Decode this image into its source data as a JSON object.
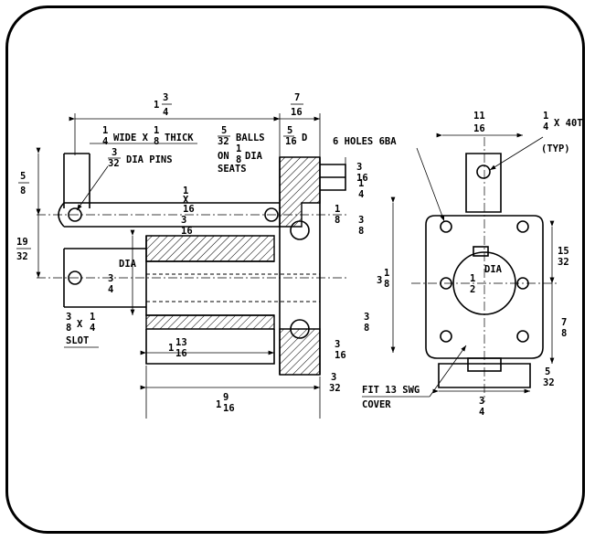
{
  "labels": {
    "dim_overall_top_int": "1",
    "dim_overall_top_num": "3",
    "dim_overall_top_den": "4",
    "dim_right_top_num": "7",
    "dim_right_top_den": "16",
    "wide_thick_num1": "1",
    "wide_thick_den1": "4",
    "wide_text": "WIDE X",
    "wide_thick_num2": "1",
    "wide_thick_den2": "8",
    "thick_text": "THICK",
    "balls_num": "5",
    "balls_den": "32",
    "balls_text": "BALLS",
    "on_text": "ON",
    "on_num": "1",
    "on_den": "8",
    "dia_text1": "DIA",
    "seats_text": "SEATS",
    "d5_num": "5",
    "d5_den": "16",
    "d_text": "D",
    "pins_num": "3",
    "pins_den": "32",
    "pins_text": "DIA PINS",
    "left58_num": "5",
    "left58_den": "8",
    "left1932_num": "19",
    "left1932_den": "32",
    "x116_text": "X",
    "x116_num": "1",
    "x116_den": "16",
    "p1_num": "1",
    "p1_den": "8",
    "p3_16_num": "3",
    "p3_16_den": "16",
    "dia34_num": "3",
    "dia34_den": "4",
    "dia34_text": "DIA",
    "slot_num1": "3",
    "slot_den1": "8",
    "slot_x": "X",
    "slot_num2": "1",
    "slot_den2": "4",
    "slot_text": "SLOT",
    "d1_13_int": "1",
    "d1_13_num": "13",
    "d1_13_den": "16",
    "d1_9_int": "1",
    "d1_9_num": "9",
    "d1_9_den": "16",
    "r3_16a_num": "3",
    "r3_16a_den": "16",
    "r1_4_num": "1",
    "r1_4_den": "4",
    "r1_8_num": "1",
    "r1_8_den": "8",
    "r3_8a_num": "3",
    "r3_8a_den": "8",
    "r3_1_8_int": "3",
    "r3_1_8_num": "1",
    "r3_1_8_den": "8",
    "r3_8b_num": "3",
    "r3_8b_den": "8",
    "r3_16b_num": "3",
    "r3_16b_den": "16",
    "r3_32_num": "3",
    "r3_32_den": "32",
    "holes_text": "6 HOLES 6BA",
    "ev_11_num": "11",
    "ev_11_den": "16",
    "ev_14_num": "1",
    "ev_14_den": "4",
    "ev_40t": "X 40T",
    "ev_typ": "(TYP)",
    "ev_dia_num": "1",
    "ev_dia_den": "2",
    "ev_dia_text": "DIA",
    "ev_15_num": "15",
    "ev_15_den": "32",
    "ev_7_num": "7",
    "ev_7_den": "8",
    "ev_5_num": "5",
    "ev_5_den": "32",
    "ev_34_num": "3",
    "ev_34_den": "4",
    "fit_text": "FIT 13 SWG",
    "cover_text": "COVER"
  }
}
